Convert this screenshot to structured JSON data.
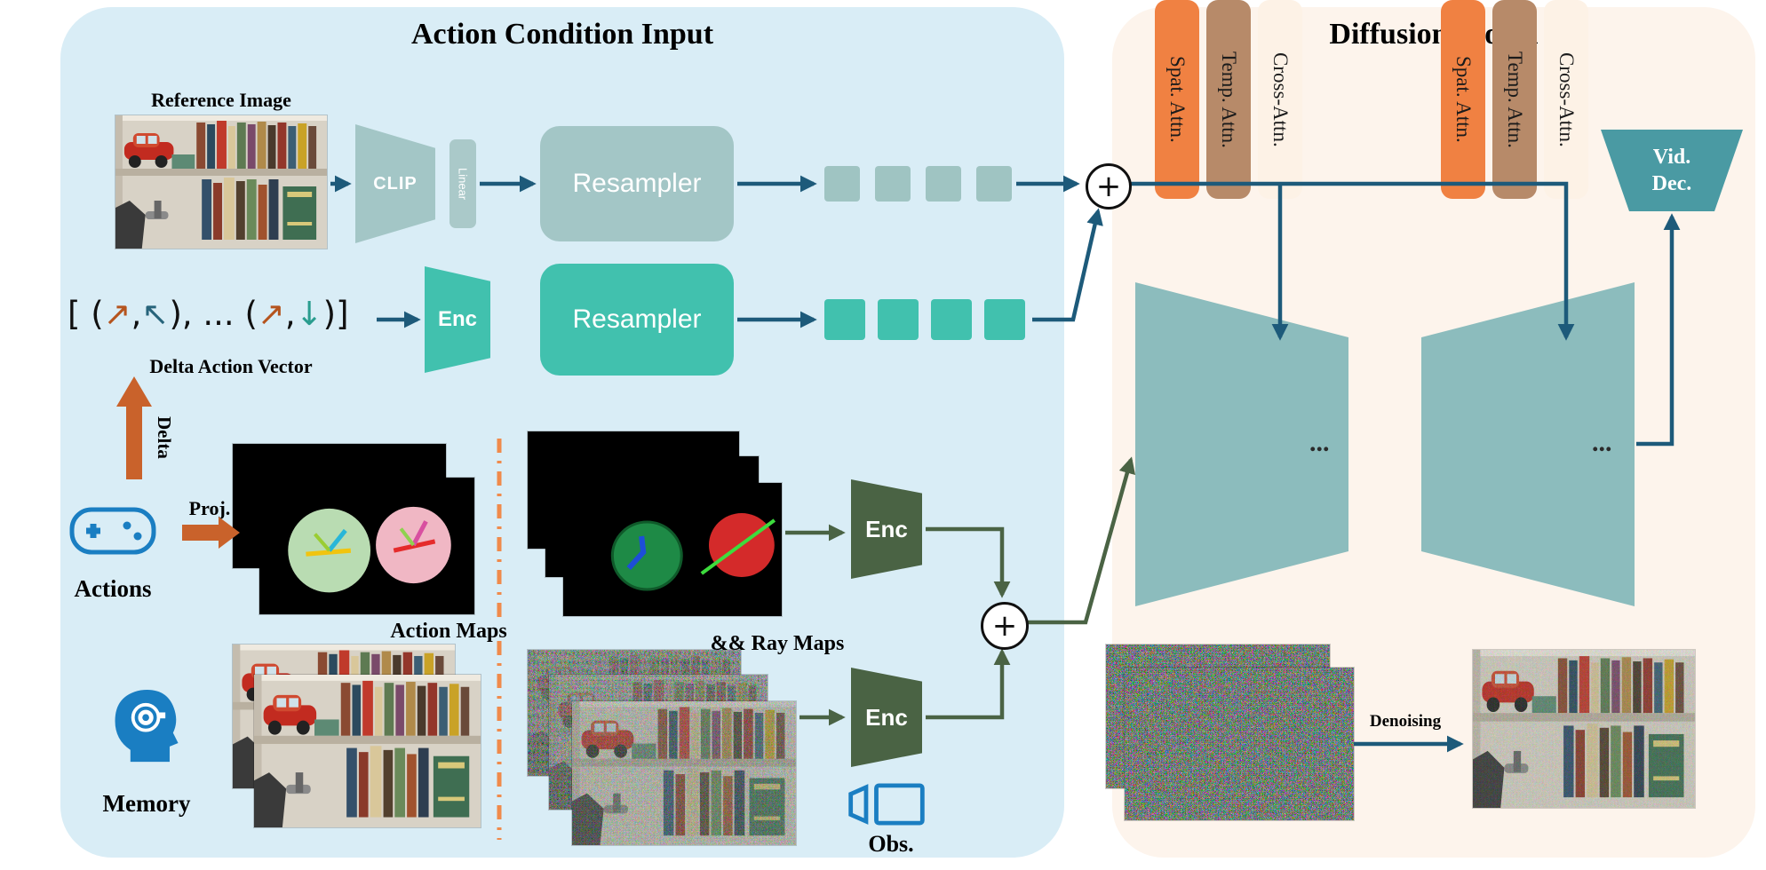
{
  "left_panel": {
    "title": "Action Condition Input",
    "reference_image_label": "Reference Image",
    "clip_label": "CLIP",
    "linear_label": "Linear",
    "resampler_top_label": "Resampler",
    "resampler_bottom_label": "Resampler",
    "enc_action_label": "Enc",
    "delta_vector": {
      "open": "[ (",
      "arrow1": "↗",
      "comma1": ",",
      "arrow2": "↖",
      "mid": "), ... (",
      "arrow3": "↗",
      "comma2": ",",
      "arrow4": "↓",
      "close": ")]"
    },
    "delta_vector_label": "Delta Action Vector",
    "delta_arrow_label": "Delta",
    "actions_label": "Actions",
    "proj_label": "Proj.",
    "action_maps_label": "Action Maps",
    "ray_maps_label": "&& Ray Maps",
    "enc_map_label": "Enc",
    "enc_obs_label": "Enc",
    "memory_label": "Memory",
    "obs_label": "Obs."
  },
  "right_panel": {
    "title": "Diffusion Model",
    "unet_blocks": [
      {
        "spat": "Spat. Attn.",
        "temp": "Temp. Attn.",
        "cross": "Cross-Attn.",
        "ellipsis": "..."
      },
      {
        "spat": "Spat. Attn.",
        "temp": "Temp. Attn.",
        "cross": "Cross-Attn.",
        "ellipsis": "..."
      }
    ],
    "vid_dec_line1": "Vid.",
    "vid_dec_line2": "Dec.",
    "denoising_label": "Denoising"
  },
  "symbols": {
    "sum": "+"
  },
  "colors": {
    "left_panel_bg": "#d9edf6",
    "right_panel_bg": "#fdf4ec",
    "arrow_blue": "#1d5a7a",
    "arrow_green": "#4a6344",
    "accent_orange": "#c9622b",
    "teal": "#41c1ae",
    "gray_teal": "#a3c6c6",
    "unet_teal": "#8cbcbd",
    "spat_attn_orange": "#f08142",
    "temp_attn_brown": "#b78a69",
    "cross_attn_cream": "#fdf2e6",
    "vid_dec_teal": "#4a9aa3",
    "divider_orange": "#f08a4b"
  }
}
